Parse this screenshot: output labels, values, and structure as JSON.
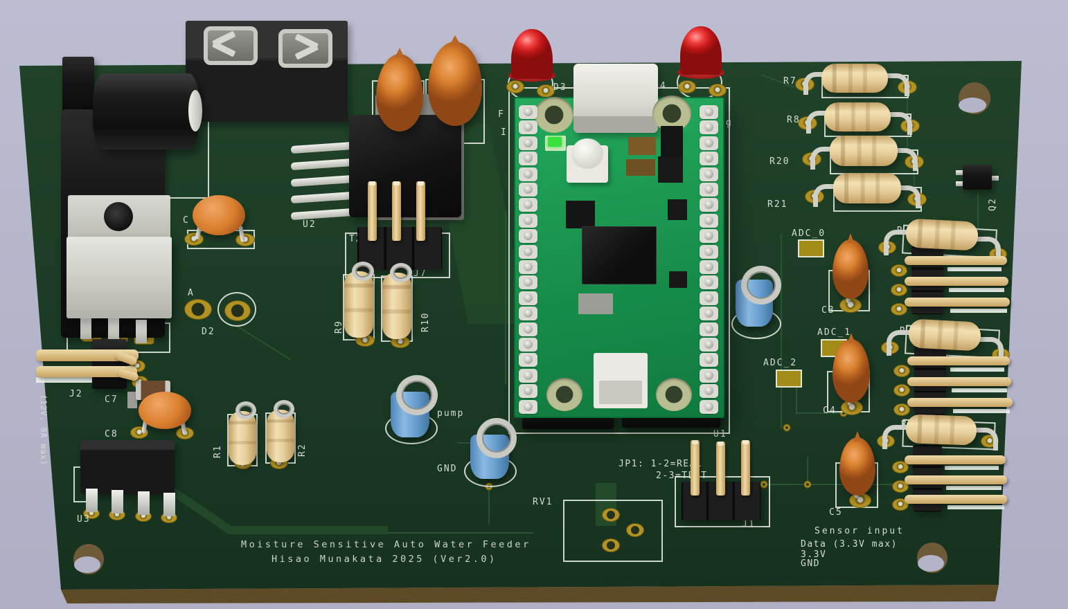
{
  "viewer": {
    "background_color": "#b7b7cc",
    "board_color": "#1c3a24",
    "silkscreen_color": "#d7ddd3",
    "pad_gold_color": "#b29222",
    "pico_green_color": "#1a9e52"
  },
  "silkscreen": {
    "title_line1": "Moisture Sensitive Auto Water Feeder",
    "title_line2": "Hisao Munakata 2025 (Ver2.0)",
    "power_rating": "(12V, 8A max)",
    "jp1_line1": "JP1: 1-2=REAL",
    "jp1_line2": "2-3=TEST",
    "pump": "pump",
    "gnd": "GND",
    "sensor_line1": "Sensor input",
    "sensor_line2": "Data (3.3V max)",
    "sensor_line3": "3.3V",
    "sensor_line4": "GND"
  },
  "designators": {
    "c6": "C6",
    "u2": "U2",
    "tx": "TX",
    "j7": "J7",
    "r9": "R9",
    "r10": "R10",
    "a": "A",
    "d2": "D2",
    "j2": "J2",
    "c7": "C7",
    "c8": "C8",
    "u3": "U3",
    "r1": "R1",
    "r2": "R2",
    "d3": "D3",
    "d4": "D4",
    "r7": "R7",
    "r8": "R8",
    "r20": "R20",
    "r21": "R21",
    "q2": "Q2",
    "adc_0": "ADC_0",
    "adc_1": "ADC_1",
    "adc_2": "ADC_2",
    "c3": "C3",
    "c4": "C4",
    "c5": "C5",
    "u1": "U1",
    "j1": "J1",
    "rv1": "RV1",
    "partial_c": "C",
    "partial_f": "F",
    "partial_i": "I",
    "partial_g": "g",
    "partial_r_1": "R",
    "partial_r_2": "R",
    "partial_r_3": "R"
  }
}
